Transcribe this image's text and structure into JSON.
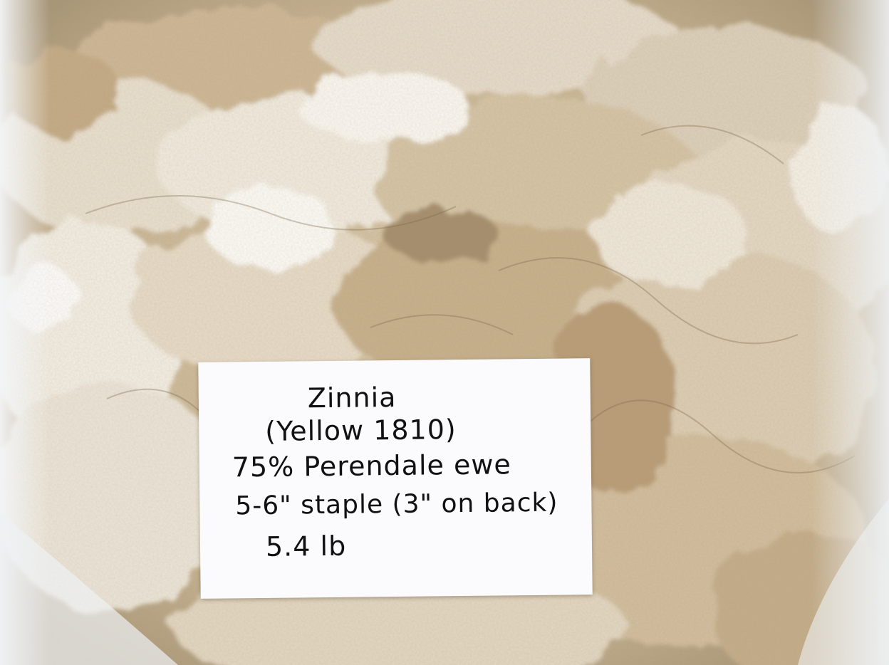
{
  "label_card": {
    "lines": [
      "Zinnia",
      "(Yellow 1810)",
      "75% Perendale ewe",
      "5-6\" staple (3\" on back)",
      "5.4 lb"
    ]
  },
  "colors": {
    "fleece_cream": "#efe7d8",
    "fleece_tan": "#c9b291",
    "fleece_shadow": "#8e7a60",
    "bag_plastic": "#e9ecef",
    "card_paper": "#fbfbfd",
    "ink": "#111111"
  }
}
